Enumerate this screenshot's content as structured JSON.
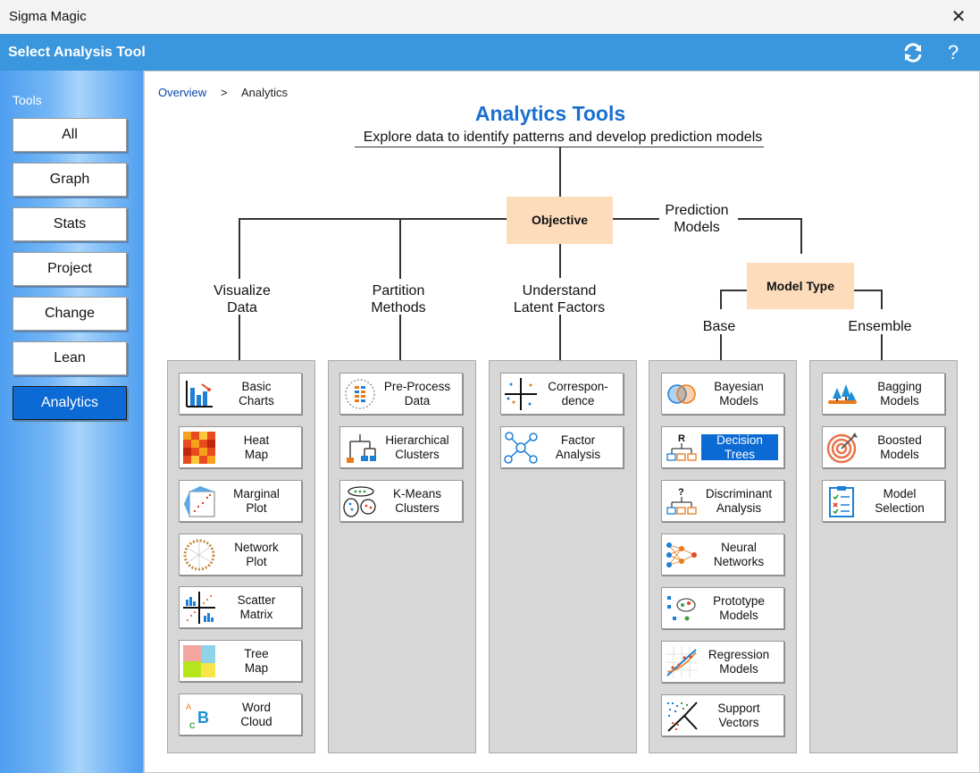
{
  "window": {
    "title": "Sigma Magic"
  },
  "header": {
    "title": "Select Analysis Tool"
  },
  "sidebar": {
    "label": "Tools",
    "items": [
      {
        "label": "All"
      },
      {
        "label": "Graph"
      },
      {
        "label": "Stats"
      },
      {
        "label": "Project"
      },
      {
        "label": "Change"
      },
      {
        "label": "Lean"
      },
      {
        "label": "Analytics"
      }
    ],
    "active": "Analytics"
  },
  "breadcrumb": {
    "link": "Overview",
    "separator": ">",
    "current": "Analytics"
  },
  "page": {
    "title": "Analytics Tools",
    "subtitle": "Explore data to identify patterns and develop prediction models"
  },
  "diagram": {
    "objective": "Objective",
    "prediction_models": "Prediction\nModels",
    "model_type": "Model Type",
    "visualize": "Visualize\nData",
    "partition": "Partition\nMethods",
    "understand": "Understand\nLatent Factors",
    "base": "Base",
    "ensemble": "Ensemble"
  },
  "columns": {
    "visualize": [
      {
        "label": "Basic\nCharts",
        "icon": "bar-chart-icon"
      },
      {
        "label": "Heat\nMap",
        "icon": "heat-map-icon"
      },
      {
        "label": "Marginal\nPlot",
        "icon": "marginal-plot-icon"
      },
      {
        "label": "Network\nPlot",
        "icon": "network-plot-icon"
      },
      {
        "label": "Scatter\nMatrix",
        "icon": "scatter-matrix-icon"
      },
      {
        "label": "Tree\nMap",
        "icon": "tree-map-icon"
      },
      {
        "label": "Word\nCloud",
        "icon": "word-cloud-icon"
      }
    ],
    "partition": [
      {
        "label": "Pre-Process\nData",
        "icon": "pre-process-icon"
      },
      {
        "label": "Hierarchical\nClusters",
        "icon": "hierarchy-icon"
      },
      {
        "label": "K-Means\nClusters",
        "icon": "kmeans-icon"
      }
    ],
    "understand": [
      {
        "label": "Correspon-\ndence",
        "icon": "correspondence-icon"
      },
      {
        "label": "Factor\nAnalysis",
        "icon": "factor-network-icon"
      }
    ],
    "base": [
      {
        "label": "Bayesian\nModels",
        "icon": "bayesian-icon"
      },
      {
        "label": "Decision\nTrees",
        "icon": "decision-tree-icon"
      },
      {
        "label": "Discriminant\nAnalysis",
        "icon": "discriminant-icon"
      },
      {
        "label": "Neural\nNetworks",
        "icon": "neural-network-icon"
      },
      {
        "label": "Prototype\nModels",
        "icon": "prototype-icon"
      },
      {
        "label": "Regression\nModels",
        "icon": "regression-icon"
      },
      {
        "label": "Support\nVectors",
        "icon": "support-vector-icon"
      }
    ],
    "ensemble": [
      {
        "label": "Bagging\nModels",
        "icon": "bagging-icon"
      },
      {
        "label": "Boosted\nModels",
        "icon": "target-icon"
      },
      {
        "label": "Model\nSelection",
        "icon": "checklist-icon"
      }
    ]
  },
  "selected_tool": "Decision\nTrees",
  "colors": {
    "header": "#3a96dd",
    "accent": "#0b6ad3",
    "peach": "#fddcbc",
    "title": "#1a6fd0"
  }
}
